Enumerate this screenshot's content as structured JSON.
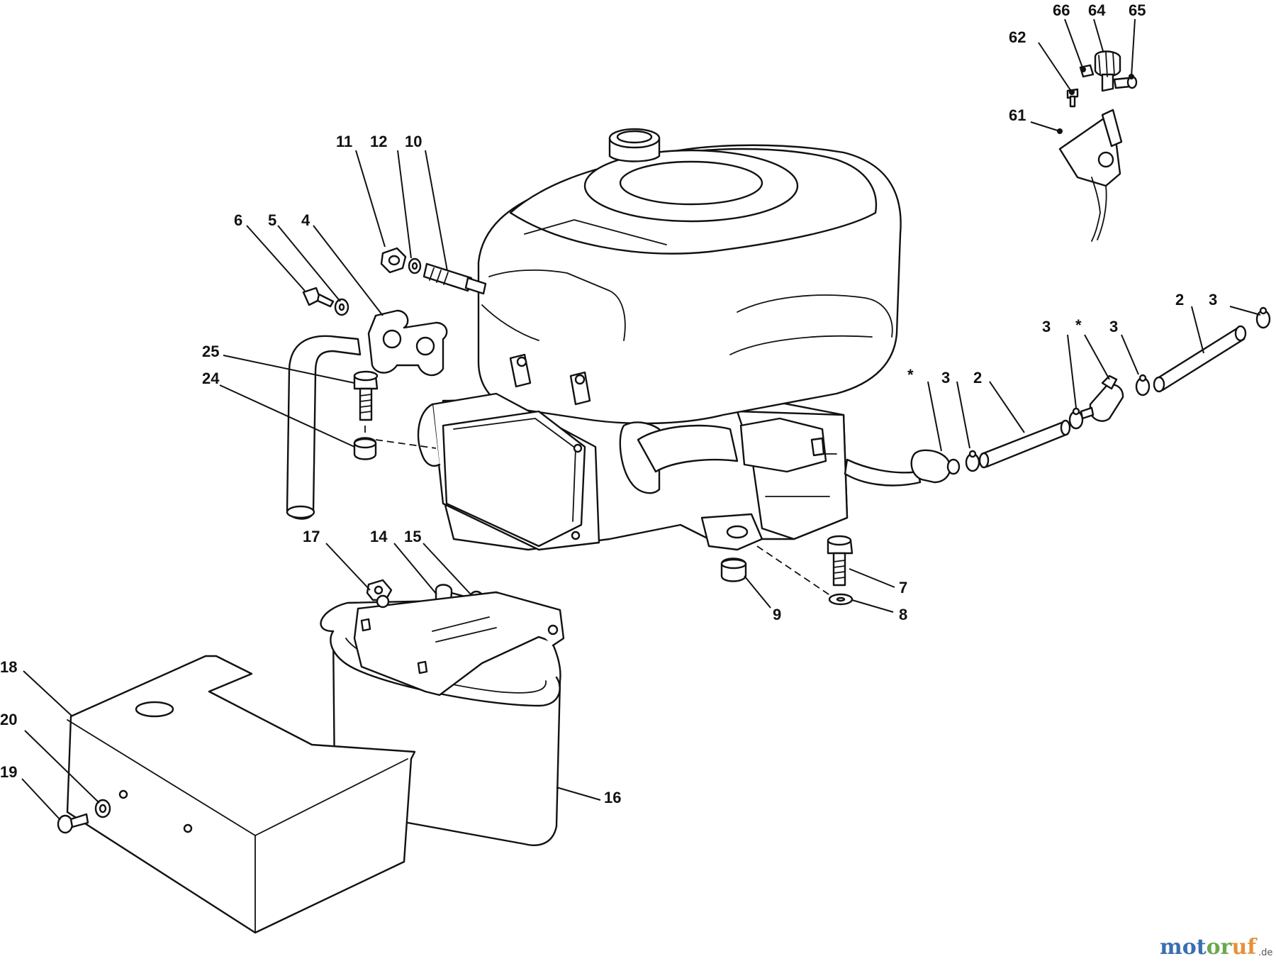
{
  "labels": {
    "l66": "66",
    "l64": "64",
    "l65": "65",
    "l62": "62",
    "l61": "61",
    "l11": "11",
    "l12": "12",
    "l10": "10",
    "l6": "6",
    "l5": "5",
    "l4": "4",
    "l25": "25",
    "l24": "24",
    "l17": "17",
    "l14": "14",
    "l15": "15",
    "l18": "18",
    "l20": "20",
    "l19": "19",
    "l16": "16",
    "l9": "9",
    "l7": "7",
    "l8": "8",
    "l2a": "2",
    "l3a": "3",
    "l3b": "3",
    "star_b": "*",
    "l3c": "3",
    "star_a": "*",
    "l3d": "3",
    "l2b": "2"
  },
  "watermark": {
    "part1": "mot",
    "part2": "or",
    "part3": "uf",
    "suffix": ".de"
  }
}
